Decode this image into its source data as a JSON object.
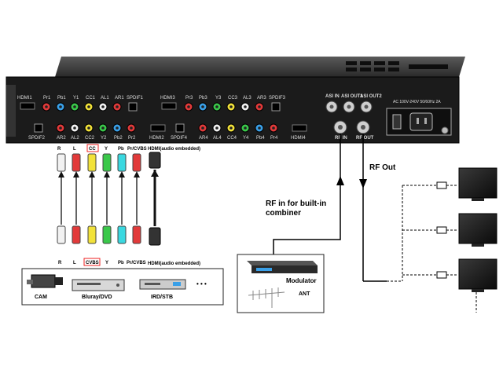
{
  "panel": {
    "ports": {
      "hdmi1": "HDMI1",
      "hdmi2": "HDMI2",
      "hdmi3": "HDMI3",
      "hdmi4": "HDMI4",
      "pr1": "Pr1",
      "pb1": "Pb1",
      "y1": "Y1",
      "cc1": "CC1",
      "al1": "AL1",
      "ar1": "AR1",
      "spdif1": "SPDIF1",
      "spdif2": "SPDIF2",
      "ar2": "AR2",
      "al2": "AL2",
      "cc2": "CC2",
      "y2": "Y2",
      "pb2": "Pb2",
      "pr2": "Pr2",
      "pr3": "Pr3",
      "pb3": "Pb3",
      "y3": "Y3",
      "cc3": "CC3",
      "al3": "AL3",
      "ar3": "AR3",
      "spdif3": "SPDIF3",
      "spdif4": "SPDIF4",
      "ar4": "AR4",
      "al4": "AL4",
      "cc4": "CC4",
      "y4": "Y4",
      "pb4": "Pb4",
      "pr4": "Pr4",
      "asi_in": "ASI IN",
      "asi_out1": "ASI OUT1",
      "asi_out2": "ASI OUT2",
      "rf_in": "RF IN",
      "rf_out": "RF OUT",
      "power_rating": "AC 100V-240V 50/60Hz 2A"
    }
  },
  "cables_top": {
    "r": "R",
    "l": "L",
    "cc": "CC",
    "y": "Y",
    "pb": "Pb",
    "pr": "Pr/CVBS",
    "hdmi": "HDMI(audio embedded)"
  },
  "cables_bottom": {
    "r": "R",
    "l": "L",
    "cvbs": "CVBS",
    "y": "Y",
    "pb": "Pb",
    "pr": "Pr/CVBS",
    "hdmi": "HDMI(audio embedded)"
  },
  "sources": {
    "cam": "CAM",
    "bluray": "Bluray/DVD",
    "ird": "IRD/STB",
    "more": "• • •"
  },
  "rf_in_label": [
    "RF in for built-in",
    "combiner"
  ],
  "rf_out_label": "RF Out",
  "modulator": {
    "title": "Modulator",
    "ant": "ANT"
  },
  "colors": {
    "rca_red": "#e23a3a",
    "rca_white": "#f2f2f2",
    "rca_yellow": "#f2e23a",
    "rca_green": "#3ac84a",
    "rca_cyan": "#3ad8e0",
    "panel": "#1c1c1c"
  }
}
